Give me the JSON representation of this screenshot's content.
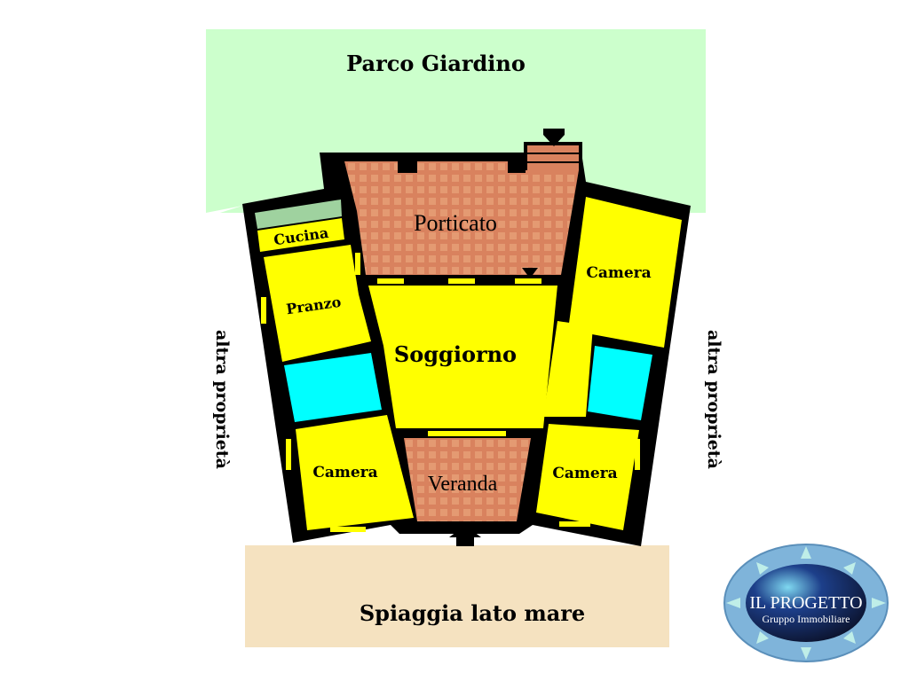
{
  "areas": {
    "garden": "Parco Giardino",
    "beach": "Spiaggia lato mare",
    "side_left": "altra proprietà",
    "side_right": "altra proprietà"
  },
  "rooms": {
    "porticato": "Porticato",
    "cucina": "Cucina",
    "pranzo": "Pranzo",
    "soggiorno": "Soggiorno",
    "camera_right_top": "Camera",
    "camera_left": "Camera",
    "camera_right_bottom": "Camera",
    "veranda": "Veranda"
  },
  "logo": {
    "title": "IL PROGETTO",
    "subtitle": "Gruppo Immobiliare"
  },
  "colors": {
    "garden": "#ccffcc",
    "beach": "#f5e2c0",
    "room": "#ffff00",
    "bath": "#00ffff",
    "terrace": "#d9825e",
    "wall": "#000000"
  }
}
